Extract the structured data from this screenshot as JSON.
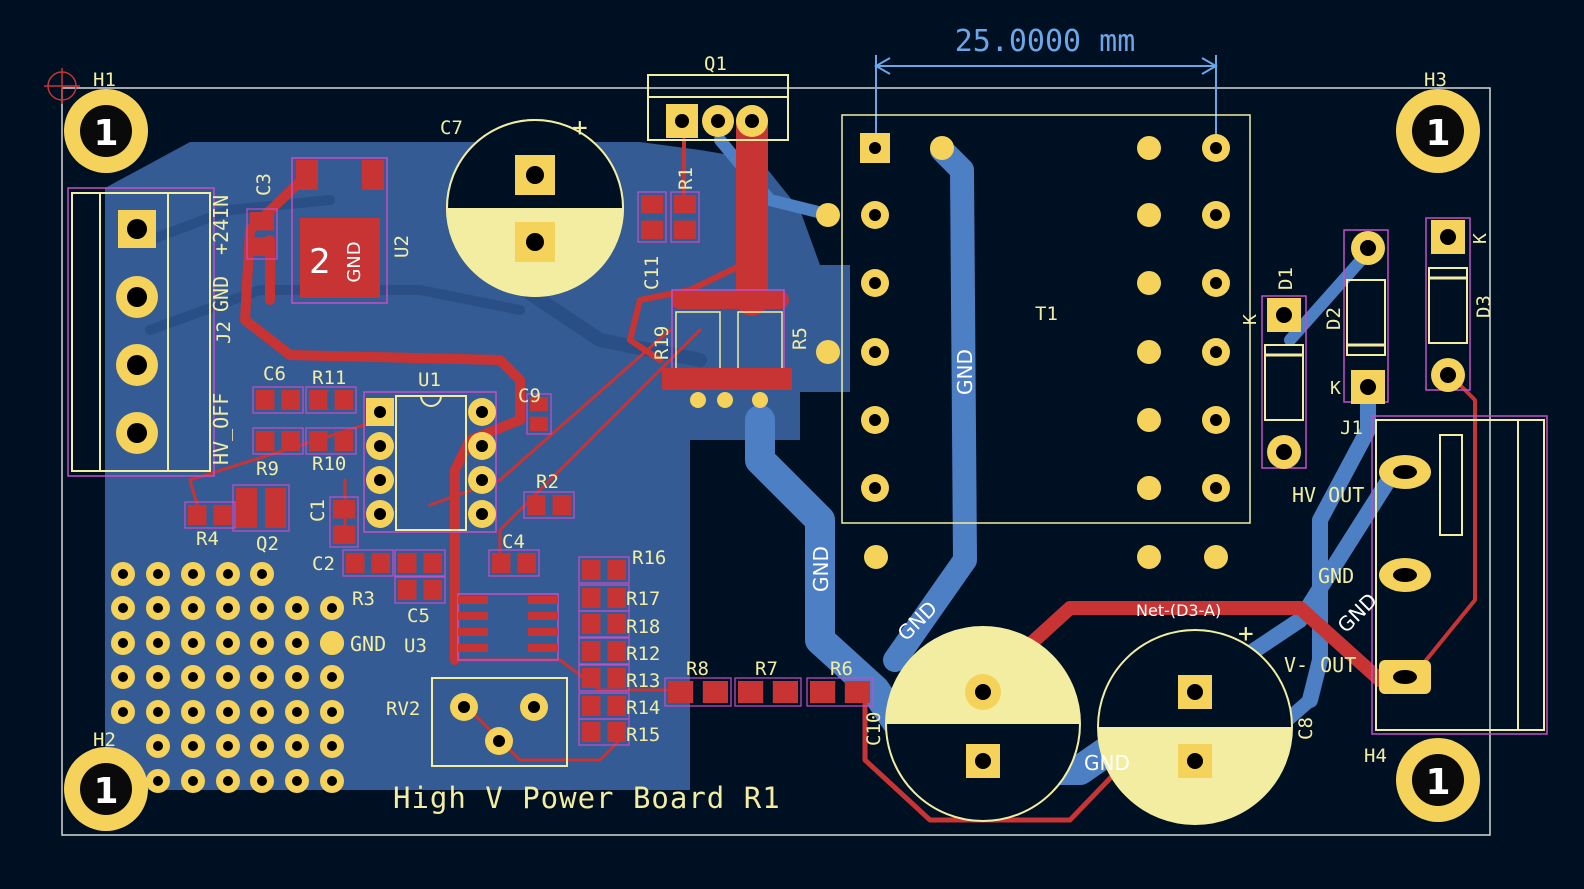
{
  "dimension": {
    "label": "25.0000 mm"
  },
  "mounting_holes": [
    {
      "ref": "H1",
      "pad": "1"
    },
    {
      "ref": "H2",
      "pad": "1"
    },
    {
      "ref": "H3",
      "pad": "1"
    },
    {
      "ref": "H4",
      "pad": "1"
    }
  ],
  "refs": {
    "q1": "Q1",
    "c7": "C7",
    "c3": "C3",
    "u2": "U2",
    "r1": "R1",
    "c11": "C11",
    "r19": "R19",
    "r5": "R5",
    "t1": "T1",
    "d1": "D1",
    "d2": "D2",
    "d3": "D3",
    "j1": "J1",
    "j2": "J2",
    "c6": "C6",
    "r11": "R11",
    "u1": "U1",
    "c9": "C9",
    "r9": "R9",
    "r10": "R10",
    "r2": "R2",
    "r4": "R4",
    "q2": "Q2",
    "c1": "C1",
    "c2": "C2",
    "c4": "C4",
    "r3": "R3",
    "c5": "C5",
    "u3": "U3",
    "r16": "R16",
    "r17": "R17",
    "r18": "R18",
    "r12": "R12",
    "r13": "R13",
    "r14": "R14",
    "r15": "R15",
    "rv2": "RV2",
    "r8": "R8",
    "r7": "R7",
    "r6": "R6",
    "c10": "C10",
    "c8": "C8"
  },
  "labels": {
    "pin_24in": "+24IN",
    "gnd": "GND",
    "hv_off": "HV_OFF",
    "hv_out": "HV OUT",
    "j1_gnd": "GND",
    "v_out": "V- OUT",
    "gnd_proto": "GND",
    "k_d1": "K",
    "k_d2": "K",
    "k_d3": "K",
    "gnd_trace_1": "GND",
    "gnd_trace_2": "GND",
    "gnd_trace_3": "GND",
    "gnd_trace_4": "GND",
    "gnd_trace_5": "GND",
    "net_d3a": "Net-(D3-A)",
    "board_title": "High V Power Board R1",
    "plus_c7": "+",
    "plus_c8": "+",
    "u2_pad_num": "2",
    "u2_pad_net": "GND"
  },
  "colors": {
    "background": "#001023",
    "copper_top": "#c83434",
    "copper_bottom": "#4d7fc4",
    "pad": "#f5d35b",
    "silkscreen": "#f2eda1",
    "courtyard": "#c44fc4",
    "dimension": "#6aa6e8"
  }
}
